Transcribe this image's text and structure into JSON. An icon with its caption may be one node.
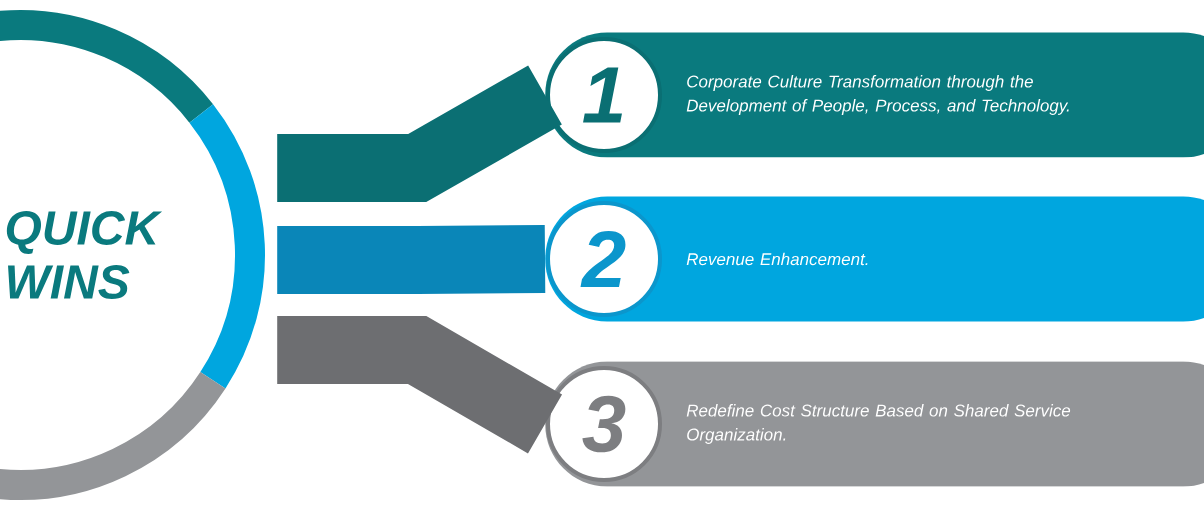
{
  "diagram": {
    "nodes": [
      {
        "text": [
          "QUICK WINS"
        ]
      },
      {
        "text": [
          "1",
          "Corporate Culture Transformation through the Development of People, Process, and Technology."
        ]
      },
      {
        "text": [
          "2",
          "Revenue Enhancement."
        ]
      },
      {
        "text": [
          "3",
          "Redefine Cost Structure Based on Shared Service Organization."
        ]
      }
    ],
    "edges": [
      {
        "from": 0,
        "to": 1,
        "arrow": "none",
        "color": "#0b6f73"
      },
      {
        "from": 0,
        "to": 2,
        "arrow": "none",
        "color": "#0a86b8"
      },
      {
        "from": 0,
        "to": 3,
        "arrow": "none",
        "color": "#6d6e71"
      }
    ]
  }
}
